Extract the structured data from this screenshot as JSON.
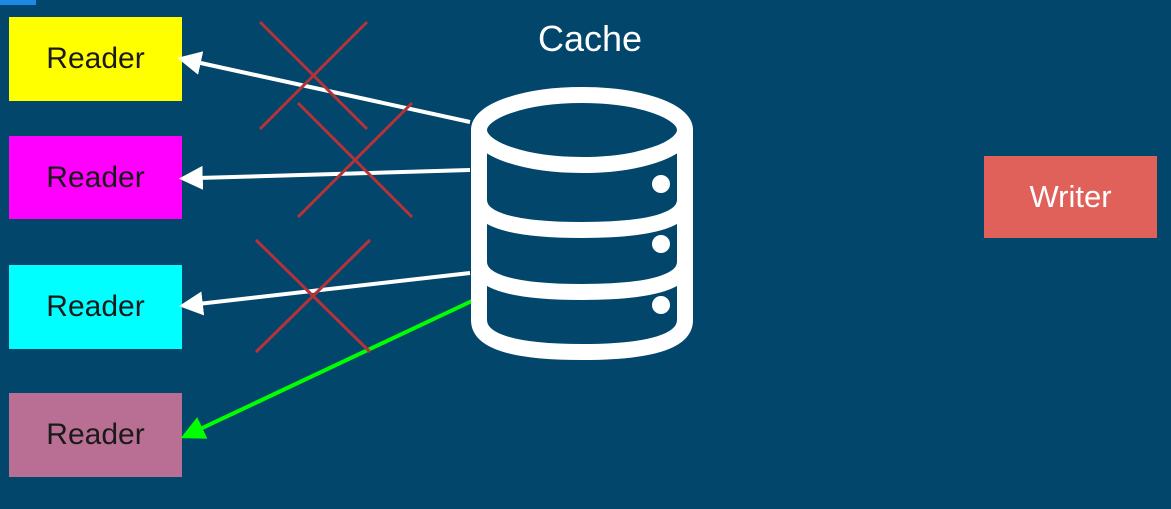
{
  "diagram": {
    "cache_label": "Cache",
    "readers": [
      {
        "label": "Reader",
        "color": "#ffff00"
      },
      {
        "label": "Reader",
        "color": "#ff00ff"
      },
      {
        "label": "Reader",
        "color": "#00ffff"
      },
      {
        "label": "Reader",
        "color": "#b96f94"
      }
    ],
    "writer": {
      "label": "Writer",
      "color": "#e0605a"
    },
    "colors": {
      "background": "#02466b",
      "arrow": "#ffffff",
      "active_arrow": "#00ff00",
      "cross": "#b5323a",
      "cache_icon": "#ffffff"
    },
    "icons": [
      "database-icon"
    ]
  }
}
